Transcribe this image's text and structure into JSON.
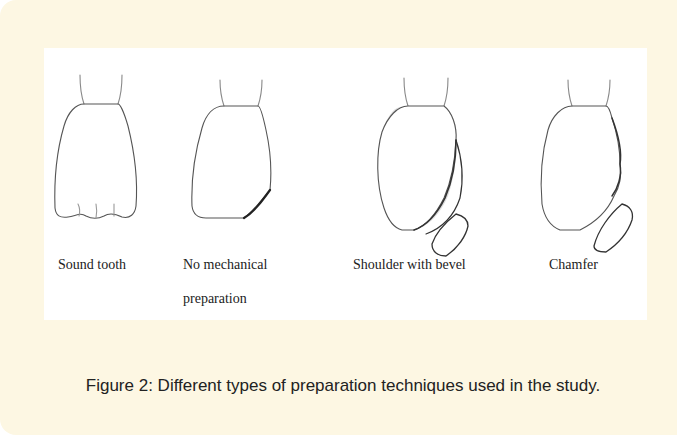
{
  "diagram": {
    "caption": "Figure 2: Different types of preparation techniques used in the study.",
    "labels": [
      "Sound tooth",
      "No mechanical preparation",
      "Shoulder with bevel",
      "Chamfer"
    ]
  }
}
